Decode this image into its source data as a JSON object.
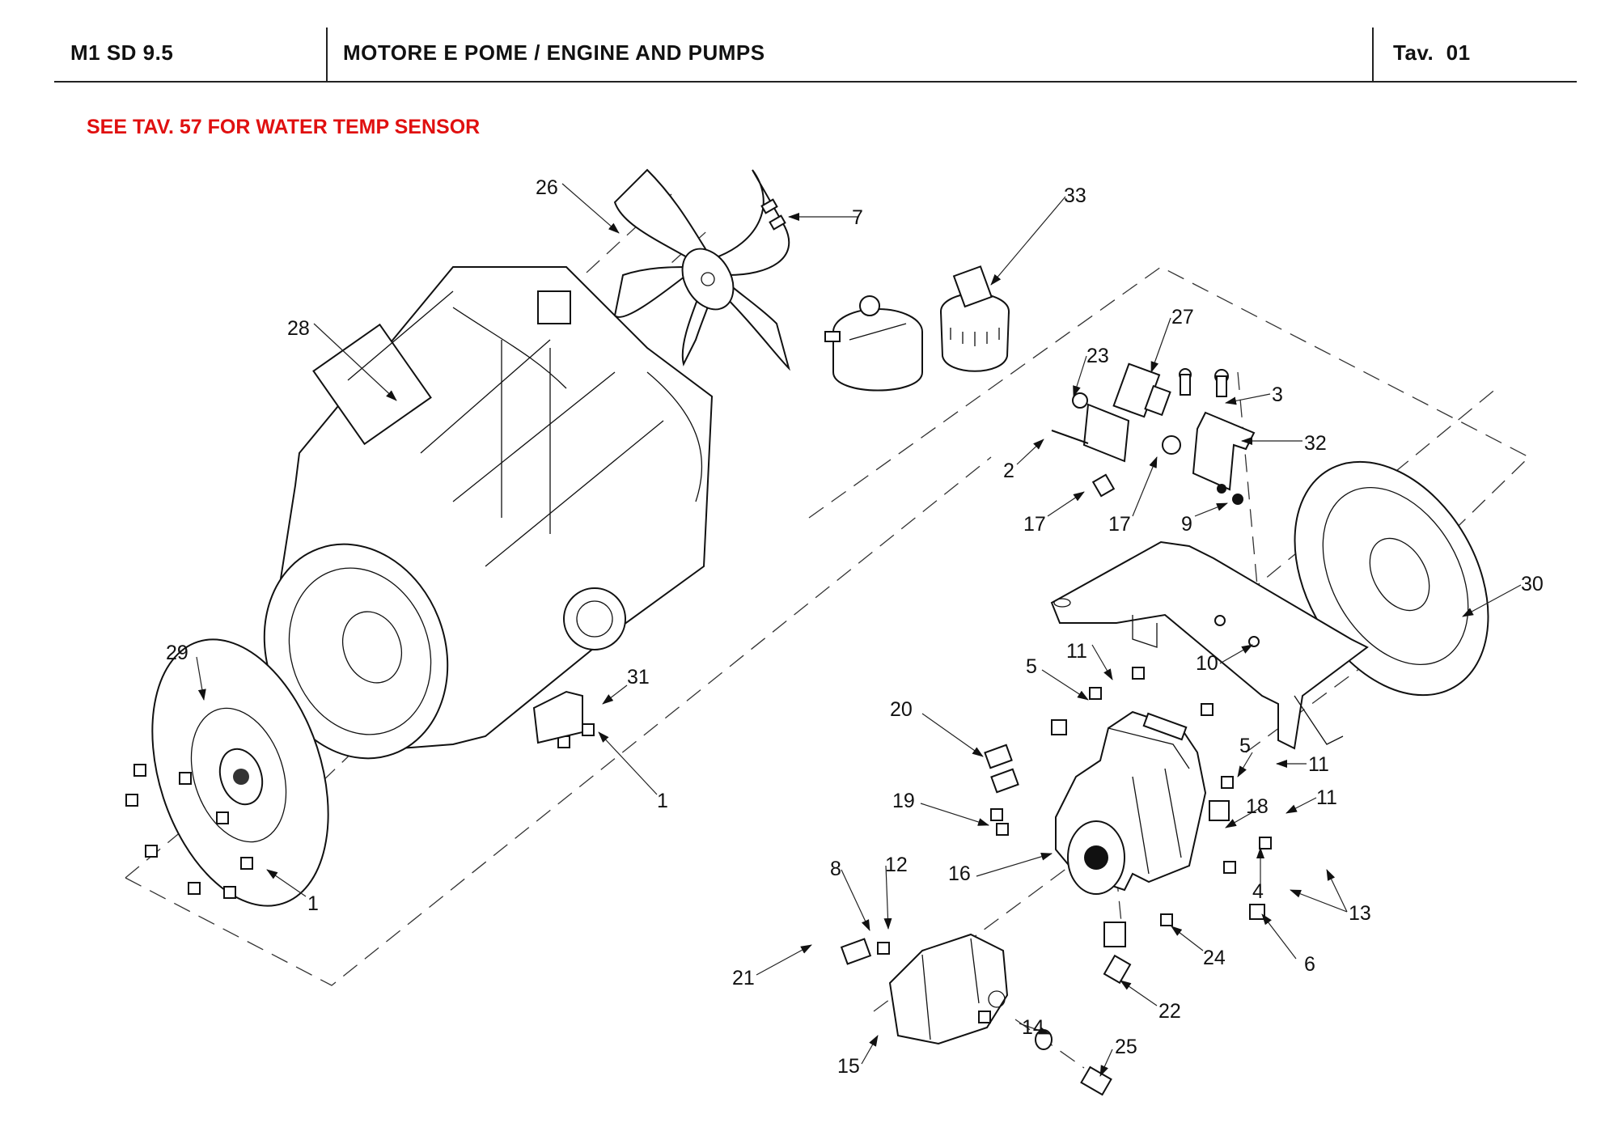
{
  "header": {
    "model": "M1 SD 9.5",
    "title": "MOTORE E POME / ENGINE AND PUMPS",
    "table": "Tav.  01"
  },
  "note": {
    "text": "SEE TAV. 57 FOR WATER TEMP SENSOR",
    "color": "#e01010"
  },
  "callouts": [
    {
      "id": "c26",
      "label": "26",
      "part": "fan"
    },
    {
      "id": "c7",
      "label": "7",
      "part": "fan-screws"
    },
    {
      "id": "c33",
      "label": "33",
      "part": "fuel-filter"
    },
    {
      "id": "c28",
      "label": "28",
      "part": "engine"
    },
    {
      "id": "c27",
      "label": "27",
      "part": "solenoid-valve"
    },
    {
      "id": "c23",
      "label": "23",
      "part": "fitting"
    },
    {
      "id": "c3",
      "label": "3",
      "part": "screw"
    },
    {
      "id": "c32",
      "label": "32",
      "part": "valve-bracket"
    },
    {
      "id": "c2",
      "label": "2",
      "part": "screw"
    },
    {
      "id": "c17a",
      "label": "17",
      "part": "fitting"
    },
    {
      "id": "c17b",
      "label": "17",
      "part": "fitting"
    },
    {
      "id": "c9",
      "label": "9",
      "part": "nut"
    },
    {
      "id": "c30",
      "label": "30",
      "part": "bell-housing"
    },
    {
      "id": "c29",
      "label": "29",
      "part": "drive-plate"
    },
    {
      "id": "c31",
      "label": "31",
      "part": "bracket"
    },
    {
      "id": "c1a",
      "label": "1",
      "part": "screw"
    },
    {
      "id": "c1b",
      "label": "1",
      "part": "screw"
    },
    {
      "id": "c11a",
      "label": "11",
      "part": "washer"
    },
    {
      "id": "c5a",
      "label": "5",
      "part": "screw"
    },
    {
      "id": "c10",
      "label": "10",
      "part": "nut"
    },
    {
      "id": "c20",
      "label": "20",
      "part": "fitting"
    },
    {
      "id": "c5b",
      "label": "5",
      "part": "screw"
    },
    {
      "id": "c11b",
      "label": "11",
      "part": "washer"
    },
    {
      "id": "c19",
      "label": "19",
      "part": "fitting"
    },
    {
      "id": "c18",
      "label": "18",
      "part": "fitting"
    },
    {
      "id": "c11c",
      "label": "11",
      "part": "washer"
    },
    {
      "id": "c16",
      "label": "16",
      "part": "hydrostatic-pump"
    },
    {
      "id": "c4",
      "label": "4",
      "part": "screw"
    },
    {
      "id": "c13",
      "label": "13",
      "part": "washer"
    },
    {
      "id": "c8",
      "label": "8",
      "part": "screw"
    },
    {
      "id": "c12",
      "label": "12",
      "part": "washer"
    },
    {
      "id": "c24",
      "label": "24",
      "part": "fitting"
    },
    {
      "id": "c6",
      "label": "6",
      "part": "screw"
    },
    {
      "id": "c21",
      "label": "21",
      "part": "elbow-fitting"
    },
    {
      "id": "c22",
      "label": "22",
      "part": "elbow-fitting"
    },
    {
      "id": "c14",
      "label": "14",
      "part": "o-ring"
    },
    {
      "id": "c15",
      "label": "15",
      "part": "gear-pump"
    },
    {
      "id": "c25",
      "label": "25",
      "part": "hose-fitting"
    }
  ]
}
